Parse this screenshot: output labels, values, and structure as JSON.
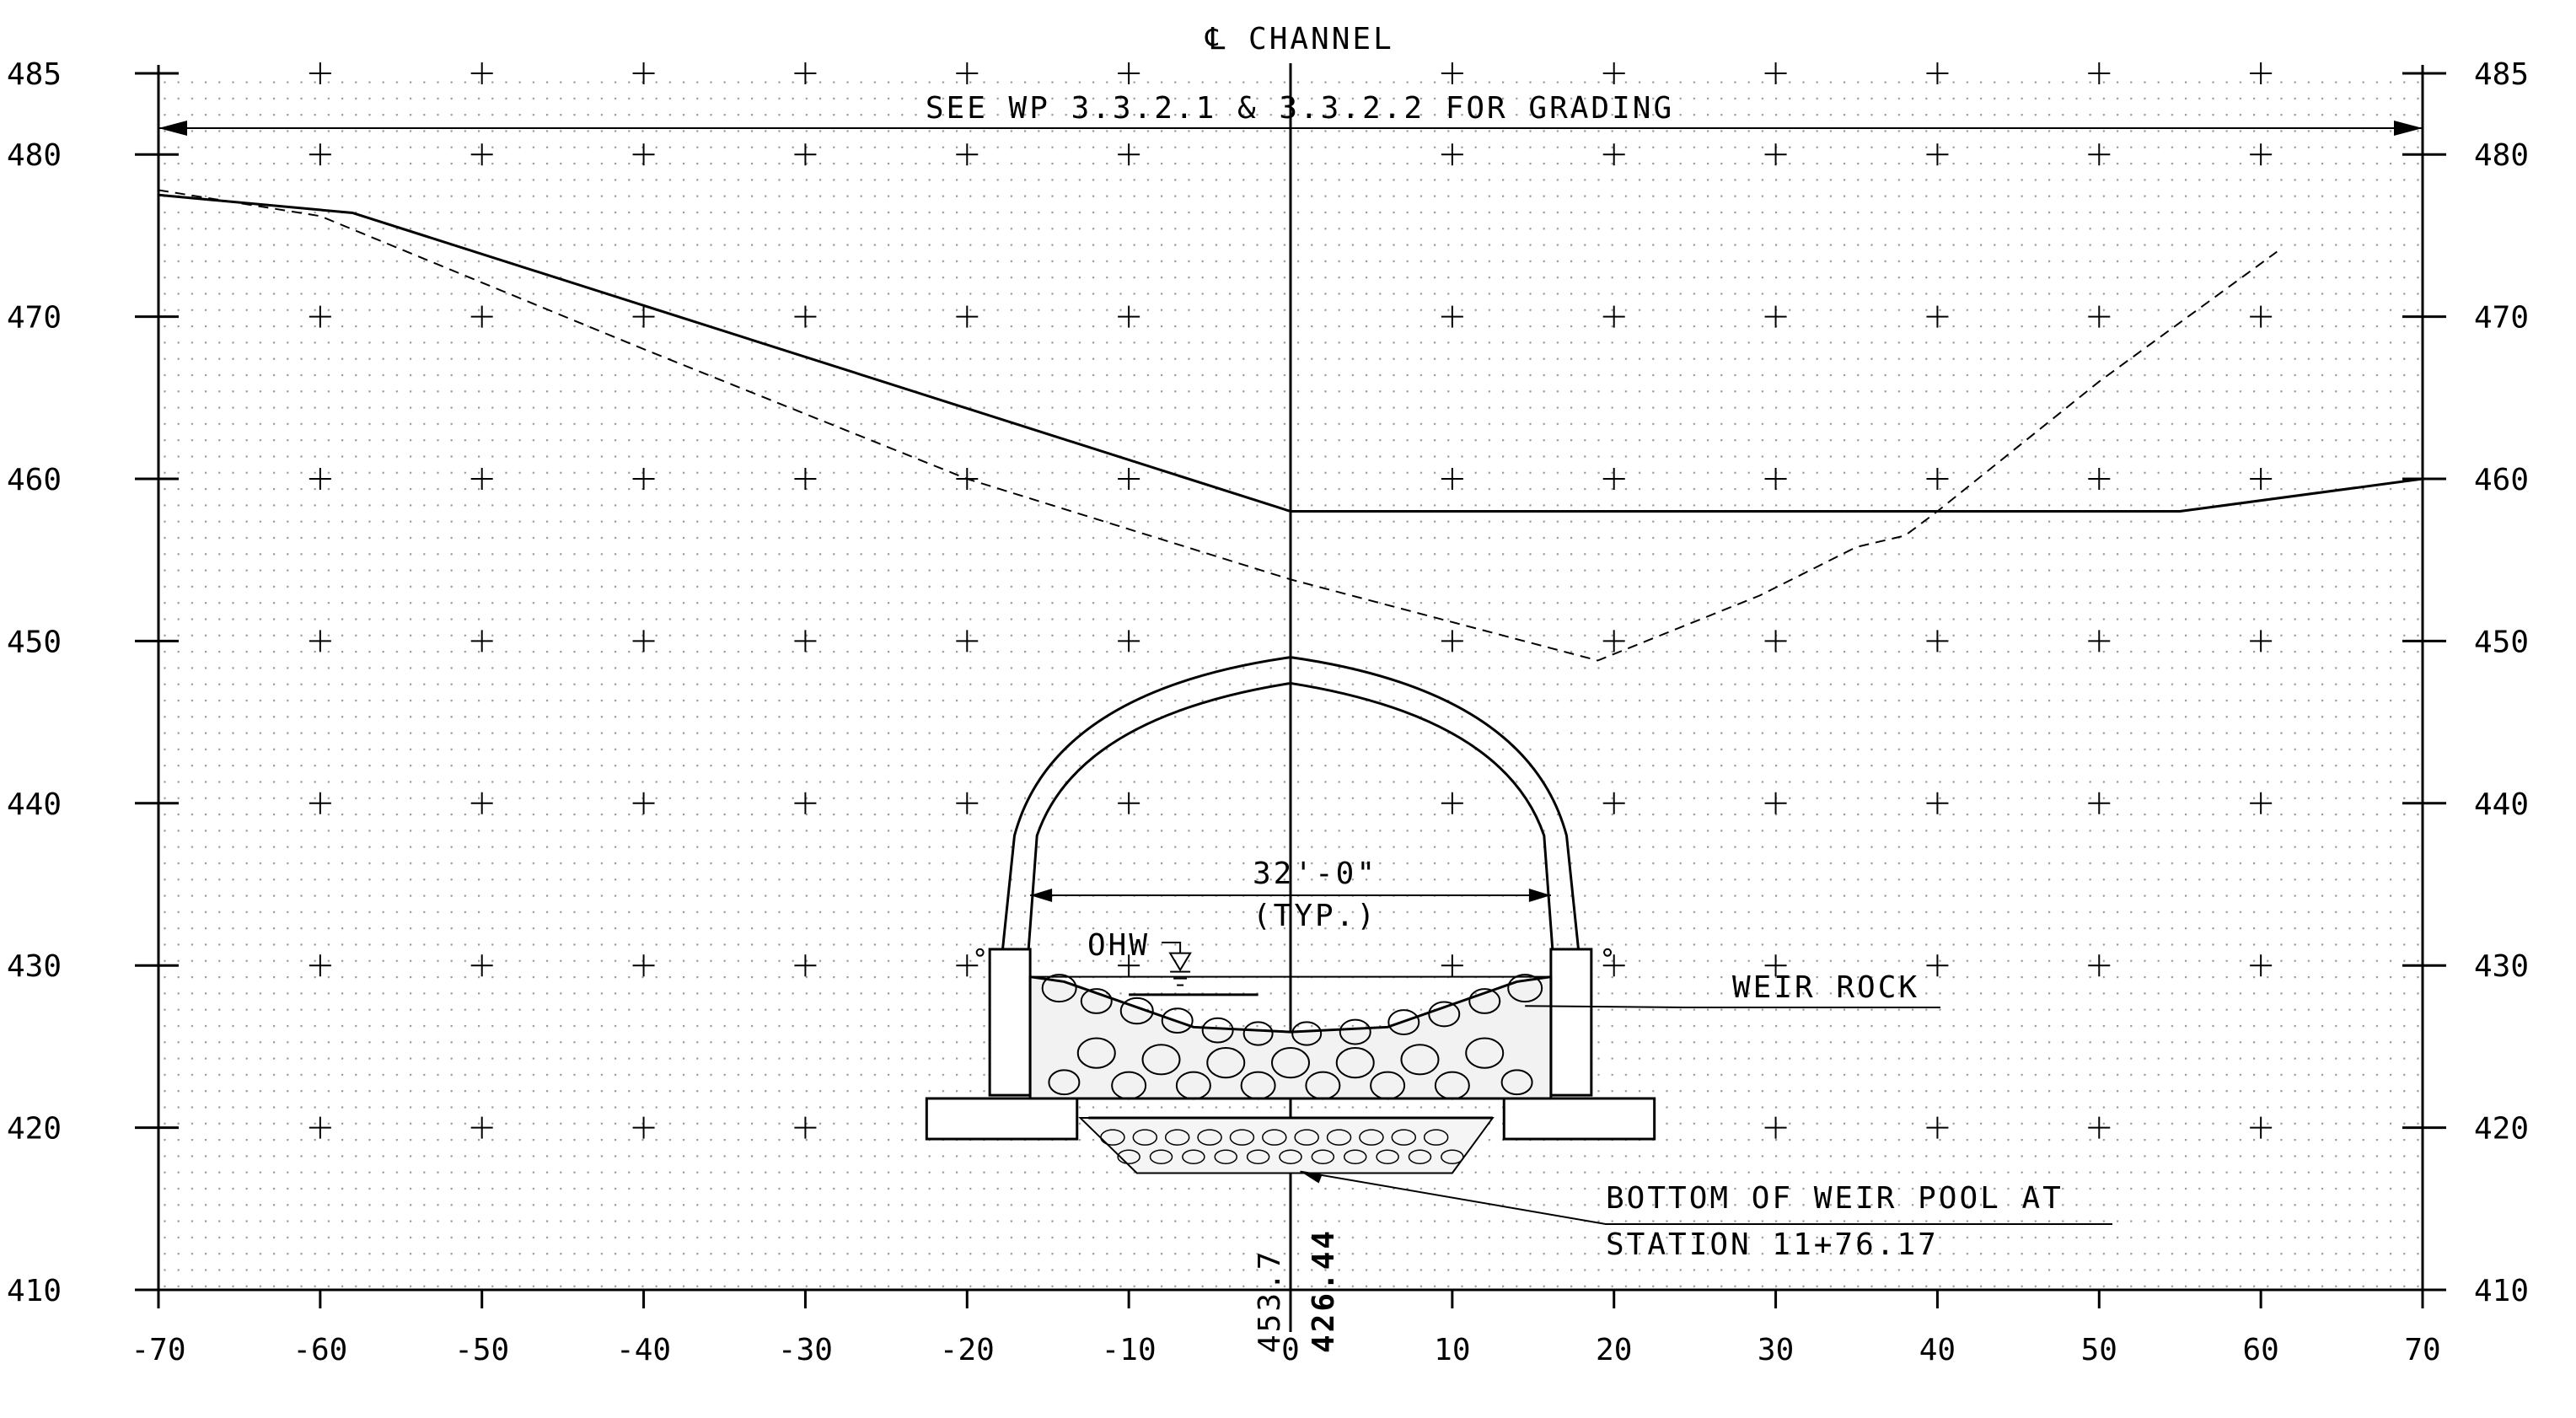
{
  "chart_data": {
    "type": "line",
    "title": "",
    "xlabel": "",
    "ylabel": "",
    "xlim": [
      -70,
      70
    ],
    "ylim": [
      410,
      485
    ],
    "x_ticks": [
      "-70",
      "-60",
      "-50",
      "-40",
      "-30",
      "-20",
      "-10",
      "0",
      "10",
      "20",
      "30",
      "40",
      "50",
      "60",
      "70"
    ],
    "y_ticks": [
      "485",
      "480",
      "470",
      "460",
      "450",
      "440",
      "430",
      "420",
      "410"
    ],
    "grid": true,
    "series": [
      {
        "style": "solid",
        "x": [
          -70,
          -58,
          0,
          0,
          55,
          70
        ],
        "y": [
          477.5,
          476.4,
          458.0,
          458.0,
          458.0,
          460.0
        ]
      },
      {
        "style": "dashed",
        "x": [
          -70,
          -60,
          -40,
          -20,
          0,
          19,
          29,
          35,
          38,
          40,
          50,
          61
        ],
        "y": [
          477.8,
          476.2,
          468.0,
          460.0,
          453.8,
          448.8,
          452.8,
          455.8,
          456.5,
          458.0,
          466.0,
          474.0
        ]
      }
    ],
    "annotations": {
      "centerline_label": "℄ CHANNEL",
      "grading_note": "SEE WP 3.3.2.1 & 3.3.2.2 FOR GRADING",
      "span_dim": "32'-0\"",
      "span_dim_sub": "(TYP.)",
      "ohw": "OHW",
      "weir_rock": "WEIR ROCK",
      "bottom_note_1": "BOTTOM OF WEIR POOL AT",
      "bottom_note_2": "STATION 11+76.17",
      "elev_1": "453.7",
      "elev_2": "426.44"
    }
  }
}
